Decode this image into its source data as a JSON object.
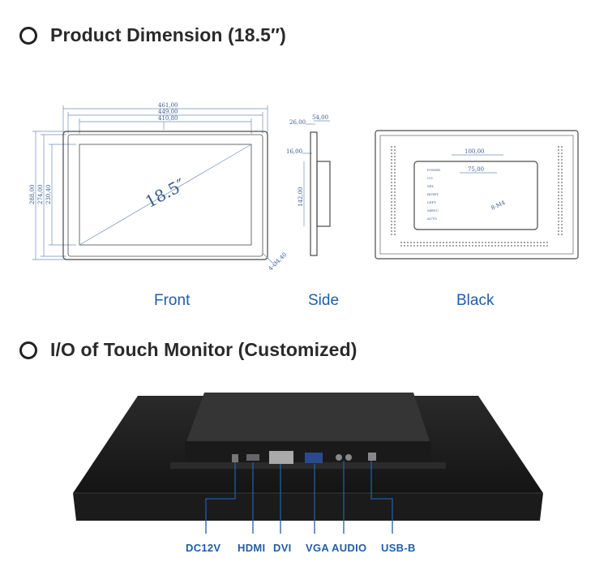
{
  "section1": {
    "title": "Product Dimension (18.5″)"
  },
  "section2": {
    "title": "I/O of Touch Monitor (Customized)"
  },
  "views": {
    "front": "Front",
    "side": "Side",
    "back": "Black"
  },
  "front_dims": {
    "w1": "461,00",
    "w2": "449,00",
    "w3": "410,80",
    "h1": "288,00",
    "h2": "274,00",
    "h3": "230,40",
    "diag": "18.5″",
    "hole": "4-Ø4,40"
  },
  "side_dims": {
    "d1": "54,00",
    "d2": "26,00",
    "d3": "16,00",
    "d4": "142,00"
  },
  "back_dims": {
    "w1": "100,00",
    "w2": "75,00",
    "screw": "8-M4",
    "buttons": [
      "POWER",
      "UO",
      "SEL",
      "RIGHT",
      "LEFT",
      "MENU",
      "AUTO"
    ]
  },
  "ports": {
    "dc": "DC12V",
    "hdmi": "HDMI",
    "dvi": "DVI",
    "vga": "VGA",
    "audio": "AUDIO",
    "usb": "USB-B"
  },
  "colors": {
    "accent": "#1f5ea8",
    "dimension": "#3a5a8a",
    "panel": "#1e1e1e"
  }
}
